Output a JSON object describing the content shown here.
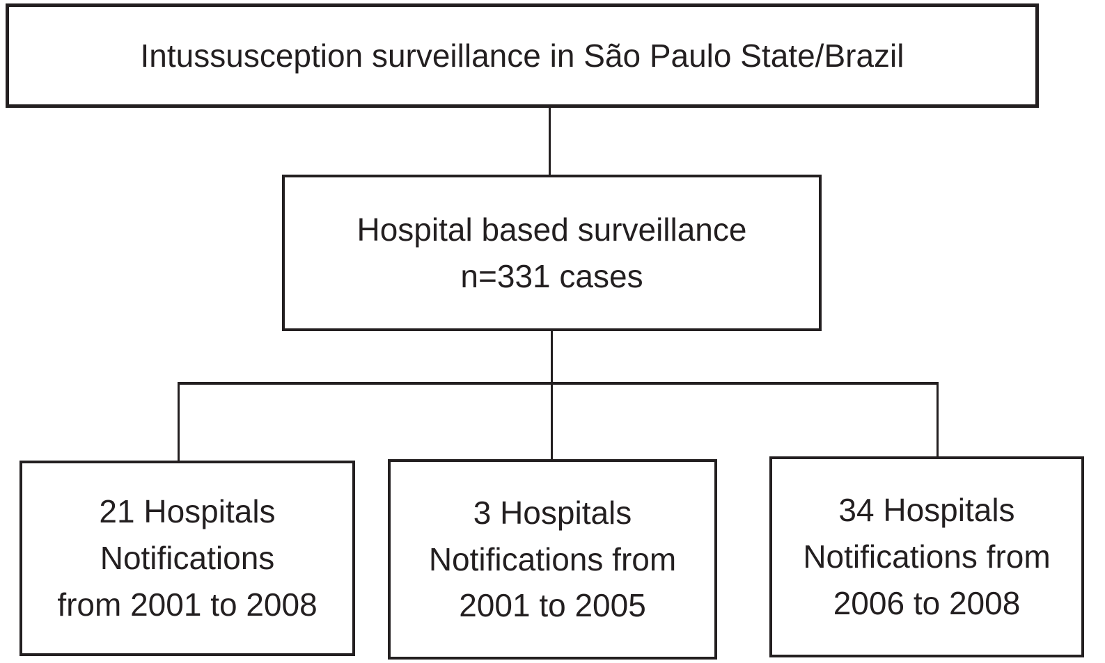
{
  "diagram": {
    "type": "flowchart",
    "title": "Intussusception surveillance in São Paulo State/Brazil",
    "colors": {
      "line": "#231f20",
      "text": "#231f20",
      "box_background": "#ffffff",
      "page_background": "#ffffff"
    },
    "nodes": {
      "root": {
        "lines": [
          "Intussusception surveillance in São Paulo State/Brazil"
        ]
      },
      "hospital_surveillance": {
        "lines": [
          "Hospital based surveillance",
          "n=331 cases"
        ],
        "n_cases": 331
      },
      "hospitals_2001_2008": {
        "lines": [
          "21 Hospitals",
          "Notifications",
          "from 2001 to 2008"
        ],
        "n_hospitals": 21,
        "period": "2001 to 2008"
      },
      "hospitals_2001_2005": {
        "lines": [
          "3 Hospitals",
          "Notifications from",
          "2001 to 2005"
        ],
        "n_hospitals": 3,
        "period": "2001 to 2005"
      },
      "hospitals_2006_2008": {
        "lines": [
          "34 Hospitals",
          "Notifications from",
          "2006 to 2008"
        ],
        "n_hospitals": 34,
        "period": "2006 to 2008"
      }
    },
    "edges": [
      {
        "from": "root",
        "to": "hospital_surveillance"
      },
      {
        "from": "hospital_surveillance",
        "to": "hospitals_2001_2008"
      },
      {
        "from": "hospital_surveillance",
        "to": "hospitals_2001_2005"
      },
      {
        "from": "hospital_surveillance",
        "to": "hospitals_2006_2008"
      }
    ]
  }
}
